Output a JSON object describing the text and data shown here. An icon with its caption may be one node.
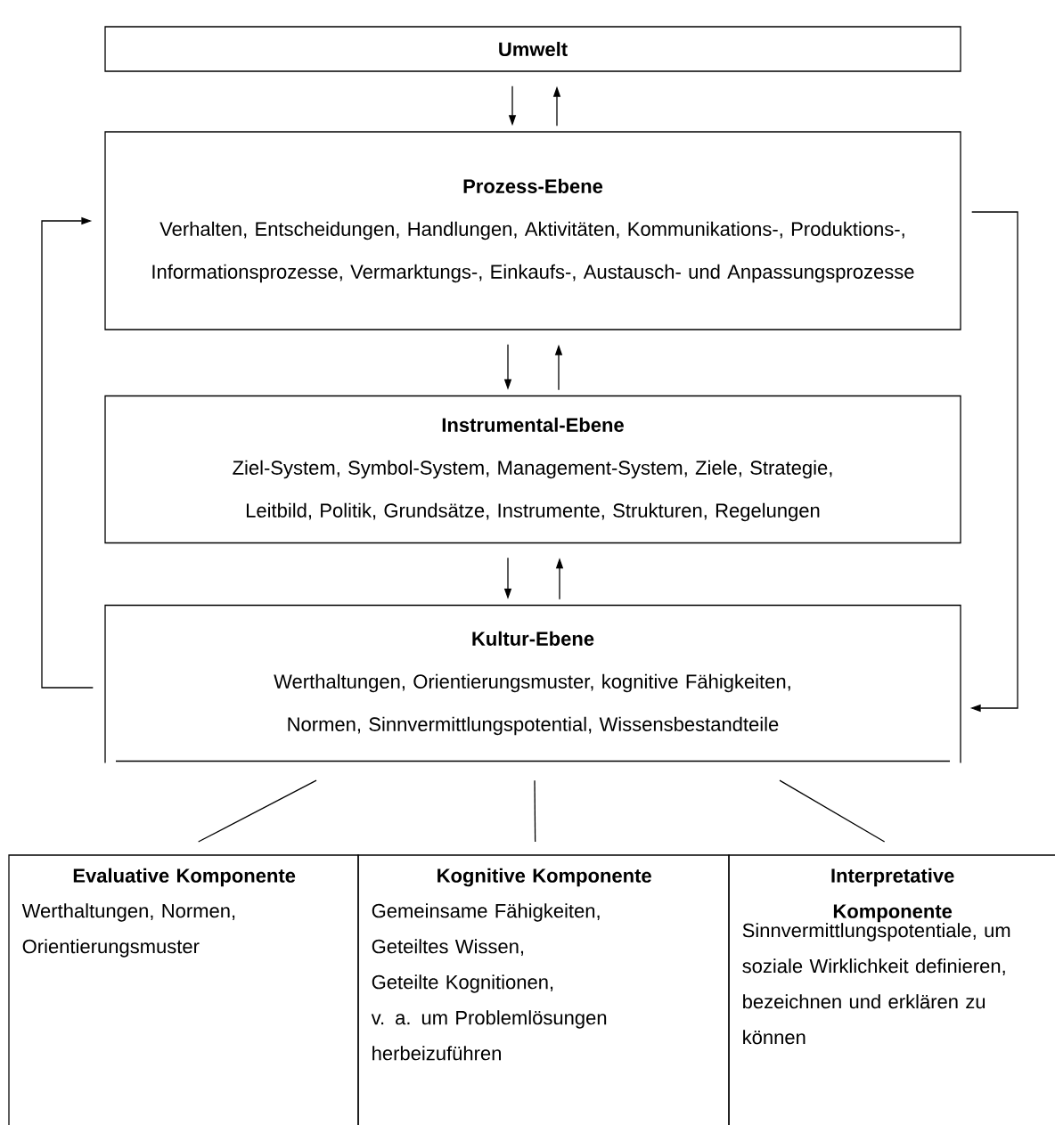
{
  "diagram": {
    "nodes": [
      {
        "text": [
          "Umwelt"
        ]
      },
      {
        "text": [
          "Prozess-Ebene",
          "Verhalten, Entscheidungen, Handlungen, Aktivitäten, Kommunikations-, Produktions-, Informationsprozesse, Vermarktungs-, Einkaufs-, Austausch- und Anpassungsprozesse"
        ]
      },
      {
        "text": [
          "Instrumental-Ebene",
          "Ziel-System, Symbol-System, Management-System, Ziele, Strategie, Leitbild, Politik, Grundsätze, Instrumente, Strukturen, Regelungen"
        ]
      },
      {
        "text": [
          "Kultur-Ebene",
          "Werthaltungen, Orientierungsmuster, kognitive Fähigkeiten, Normen, Sinnvermittlungspotential, Wissensbestandteile"
        ]
      },
      {
        "text": [
          "Evaluative Komponente",
          "Werthaltungen, Normen, Orientierungsmuster"
        ]
      },
      {
        "text": [
          "Kognitive Komponente",
          "Gemeinsame Fähigkeiten,",
          "Geteiltes Wissen,",
          "Geteilte Kognitionen,",
          "v. a. um Problemlösungen herbeizuführen"
        ]
      },
      {
        "text": [
          "Interpretative Komponente",
          "Sinnvermittlungspotentiale, um soziale Wirklichkeit definieren, bezeichnen und erklären zu können"
        ]
      }
    ],
    "edges": [
      {
        "from": 0,
        "to": 1,
        "arrow": "to"
      },
      {
        "from": 1,
        "to": 0,
        "arrow": "to"
      },
      {
        "from": 1,
        "to": 2,
        "arrow": "to"
      },
      {
        "from": 2,
        "to": 1,
        "arrow": "to"
      },
      {
        "from": 2,
        "to": 3,
        "arrow": "to"
      },
      {
        "from": 3,
        "to": 2,
        "arrow": "to"
      },
      {
        "from": 3,
        "to": 1,
        "arrow": "to"
      },
      {
        "from": 1,
        "to": 3,
        "arrow": "to"
      },
      {
        "from": 3,
        "to": 4,
        "arrow": "none"
      },
      {
        "from": 3,
        "to": 5,
        "arrow": "none"
      },
      {
        "from": 3,
        "to": 6,
        "arrow": "none"
      }
    ]
  }
}
